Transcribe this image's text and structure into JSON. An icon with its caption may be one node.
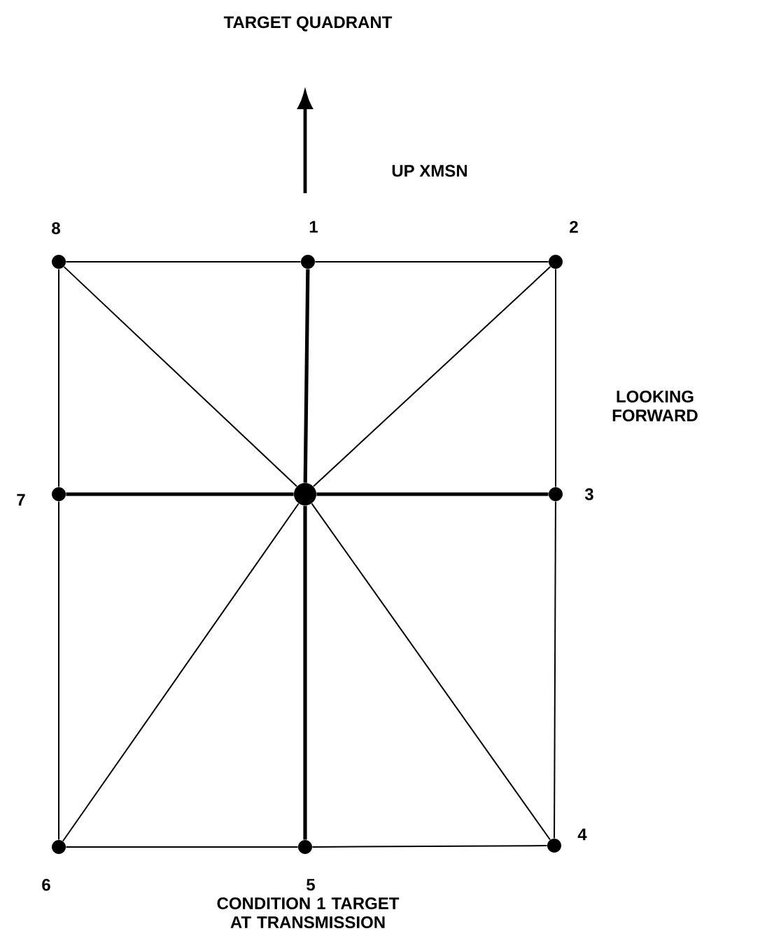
{
  "diagram": {
    "title": "TARGET QUADRANT",
    "caption": "CONDITION 1 TARGET AT TRANSMISSION",
    "nodes": [
      {
        "text": [],
        "shape": "circle",
        "beside": [
          "8"
        ]
      },
      {
        "text": [],
        "shape": "circle",
        "beside": [
          "1"
        ]
      },
      {
        "text": [],
        "shape": "circle",
        "beside": [
          "2"
        ]
      },
      {
        "text": [],
        "shape": "circle",
        "beside": [
          "7"
        ]
      },
      {
        "text": [],
        "shape": "circle"
      },
      {
        "text": [],
        "shape": "circle",
        "beside": [
          "3"
        ]
      },
      {
        "text": [],
        "shape": "circle",
        "beside": [
          "6"
        ]
      },
      {
        "text": [],
        "shape": "circle",
        "beside": [
          "5"
        ]
      },
      {
        "text": [],
        "shape": "circle",
        "beside": [
          "4"
        ]
      }
    ],
    "edges": [
      {
        "from": 0,
        "to": 1,
        "arrow": "none"
      },
      {
        "from": 1,
        "to": 2,
        "arrow": "none"
      },
      {
        "from": 2,
        "to": 5,
        "arrow": "none"
      },
      {
        "from": 5,
        "to": 8,
        "arrow": "none"
      },
      {
        "from": 8,
        "to": 7,
        "arrow": "none"
      },
      {
        "from": 7,
        "to": 6,
        "arrow": "none"
      },
      {
        "from": 6,
        "to": 3,
        "arrow": "none"
      },
      {
        "from": 3,
        "to": 0,
        "arrow": "none"
      },
      {
        "from": 4,
        "to": 1,
        "arrow": "none",
        "style": "thick"
      },
      {
        "from": 4,
        "to": 5,
        "arrow": "none",
        "style": "thick"
      },
      {
        "from": 4,
        "to": 7,
        "arrow": "none",
        "style": "thick"
      },
      {
        "from": 4,
        "to": 3,
        "arrow": "none",
        "style": "thick"
      },
      {
        "from": 4,
        "to": 0,
        "arrow": "none"
      },
      {
        "from": 4,
        "to": 2,
        "arrow": "none"
      },
      {
        "from": 4,
        "to": 8,
        "arrow": "none"
      },
      {
        "from": 4,
        "to": 6,
        "arrow": "none"
      }
    ],
    "labels": [
      "UP XMSN",
      "LOOKING FORWARD"
    ]
  }
}
